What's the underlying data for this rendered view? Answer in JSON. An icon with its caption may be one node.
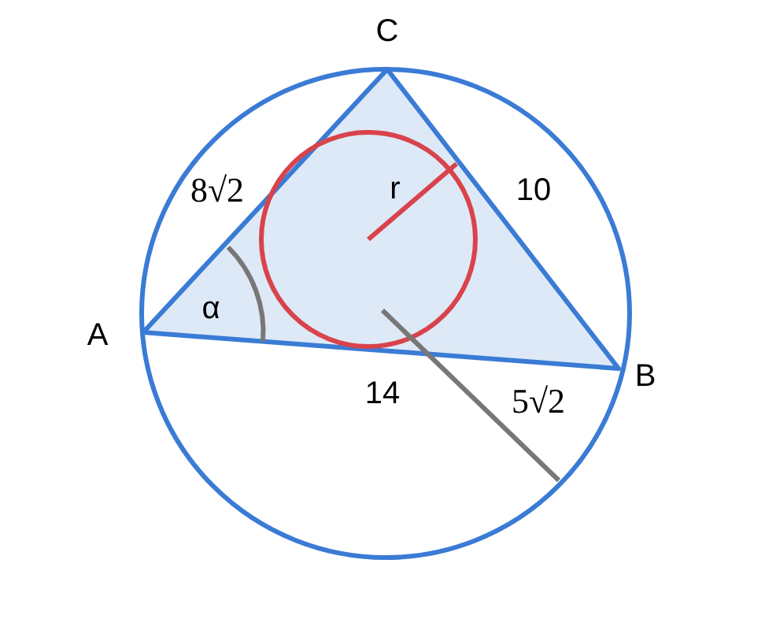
{
  "diagram": {
    "labels": [
      "C",
      "8√2",
      "r",
      "10",
      "A",
      "α",
      "14",
      "5√2",
      "B"
    ]
  }
}
